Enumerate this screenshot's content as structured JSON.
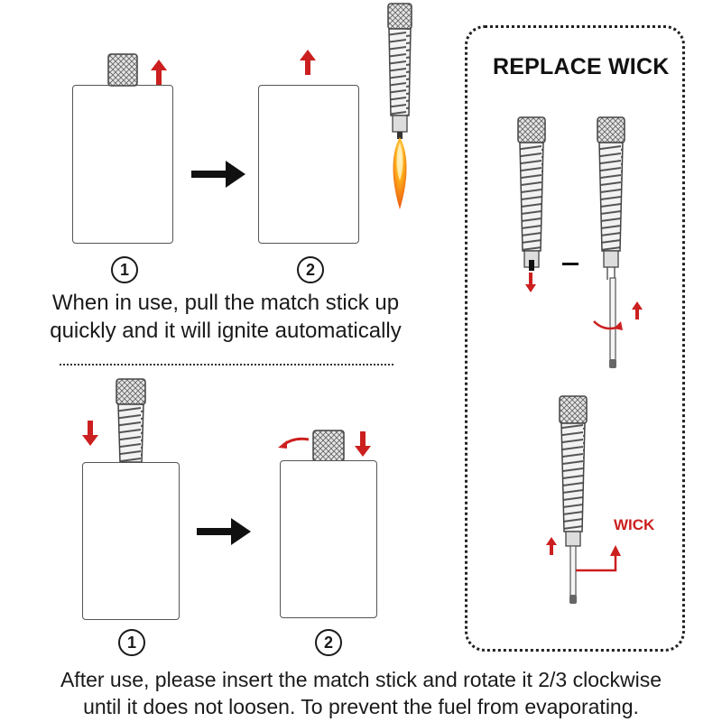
{
  "step_one": {
    "badge_1": "1",
    "badge_2": "2",
    "caption_line1": "When in use, pull the match stick up",
    "caption_line2": "quickly and it will ignite automatically"
  },
  "step_two": {
    "badge_1": "1",
    "badge_2": "2",
    "caption_line1": "After use, please insert the match stick and rotate it 2/3 clockwise",
    "caption_line2": "until it does not loosen. To prevent the fuel from evaporating."
  },
  "replace_panel": {
    "title": "REPLACE WICK",
    "wick_label": "WICK"
  },
  "icons": {
    "arrow_up": "arrow-up-icon",
    "arrow_down": "arrow-down-icon",
    "arrow_right": "arrow-right-icon",
    "rotate": "rotate-arrow-icon",
    "flame": "flame-icon"
  },
  "colors": {
    "accent_red": "#cc1f1f",
    "outline": "#555555",
    "flame_orange": "#f08a1c"
  }
}
